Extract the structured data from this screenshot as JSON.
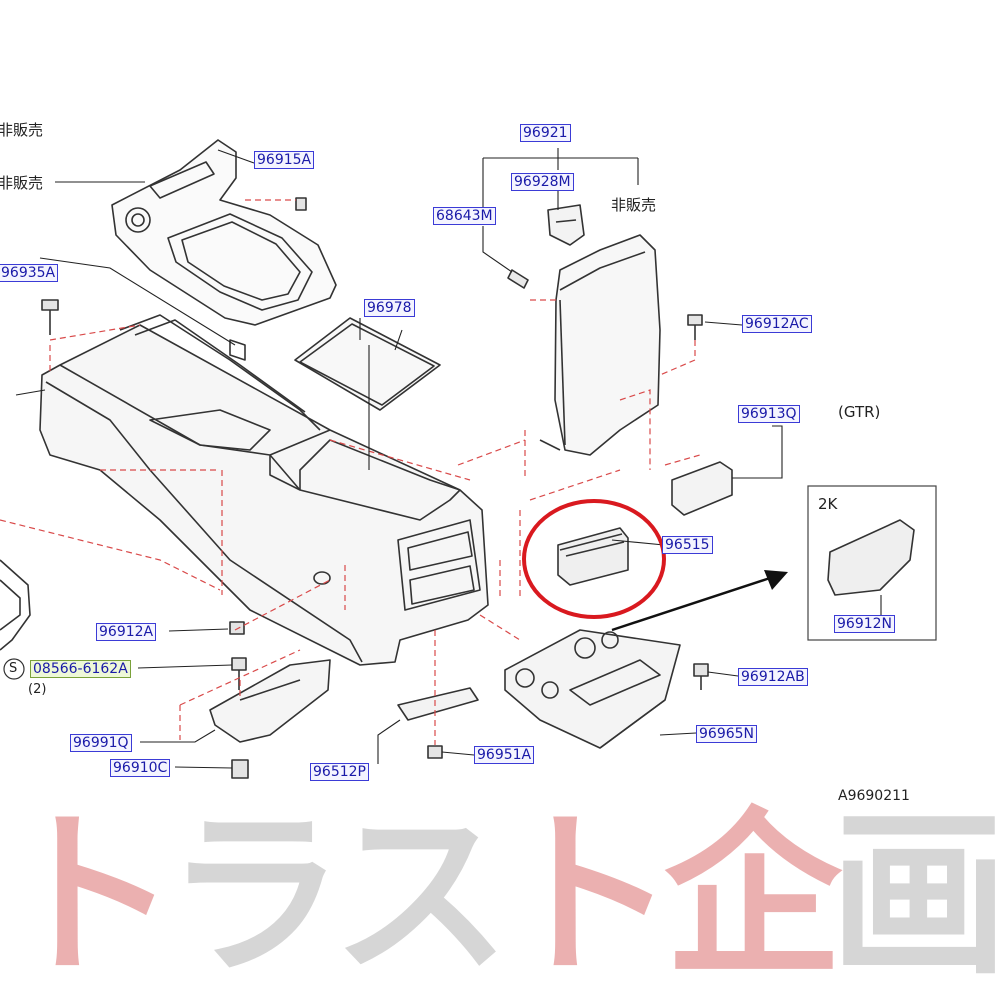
{
  "diagram": {
    "code": "A9690211",
    "variant_gtr": "(GTR)",
    "variant_2k": "2K",
    "not_sold": "非販売",
    "qty_08566": "(2)",
    "s_mark": "S"
  },
  "parts": {
    "p96915A": "96915A",
    "p96935A": "96935A",
    "p96921": "96921",
    "p96928M": "96928M",
    "p68643M": "68643M",
    "p96978": "96978",
    "p96912AC": "96912AC",
    "p96913Q": "96913Q",
    "p96515": "96515",
    "p96912N": "96912N",
    "p96912A": "96912A",
    "p08566": "08566-6162A",
    "p96912AB": "96912AB",
    "p96991Q": "96991Q",
    "p96910C": "96910C",
    "p96512P": "96512P",
    "p96951A": "96951A",
    "p96965N": "96965N"
  },
  "watermark": {
    "text": "トラスト企画",
    "colors": [
      "#e8a3a3",
      "#cfcfcf",
      "#cfcfcf",
      "#e8a3a3",
      "#e8a3a3",
      "#cfcfcf"
    ]
  },
  "highlight_color": "#d9191f"
}
